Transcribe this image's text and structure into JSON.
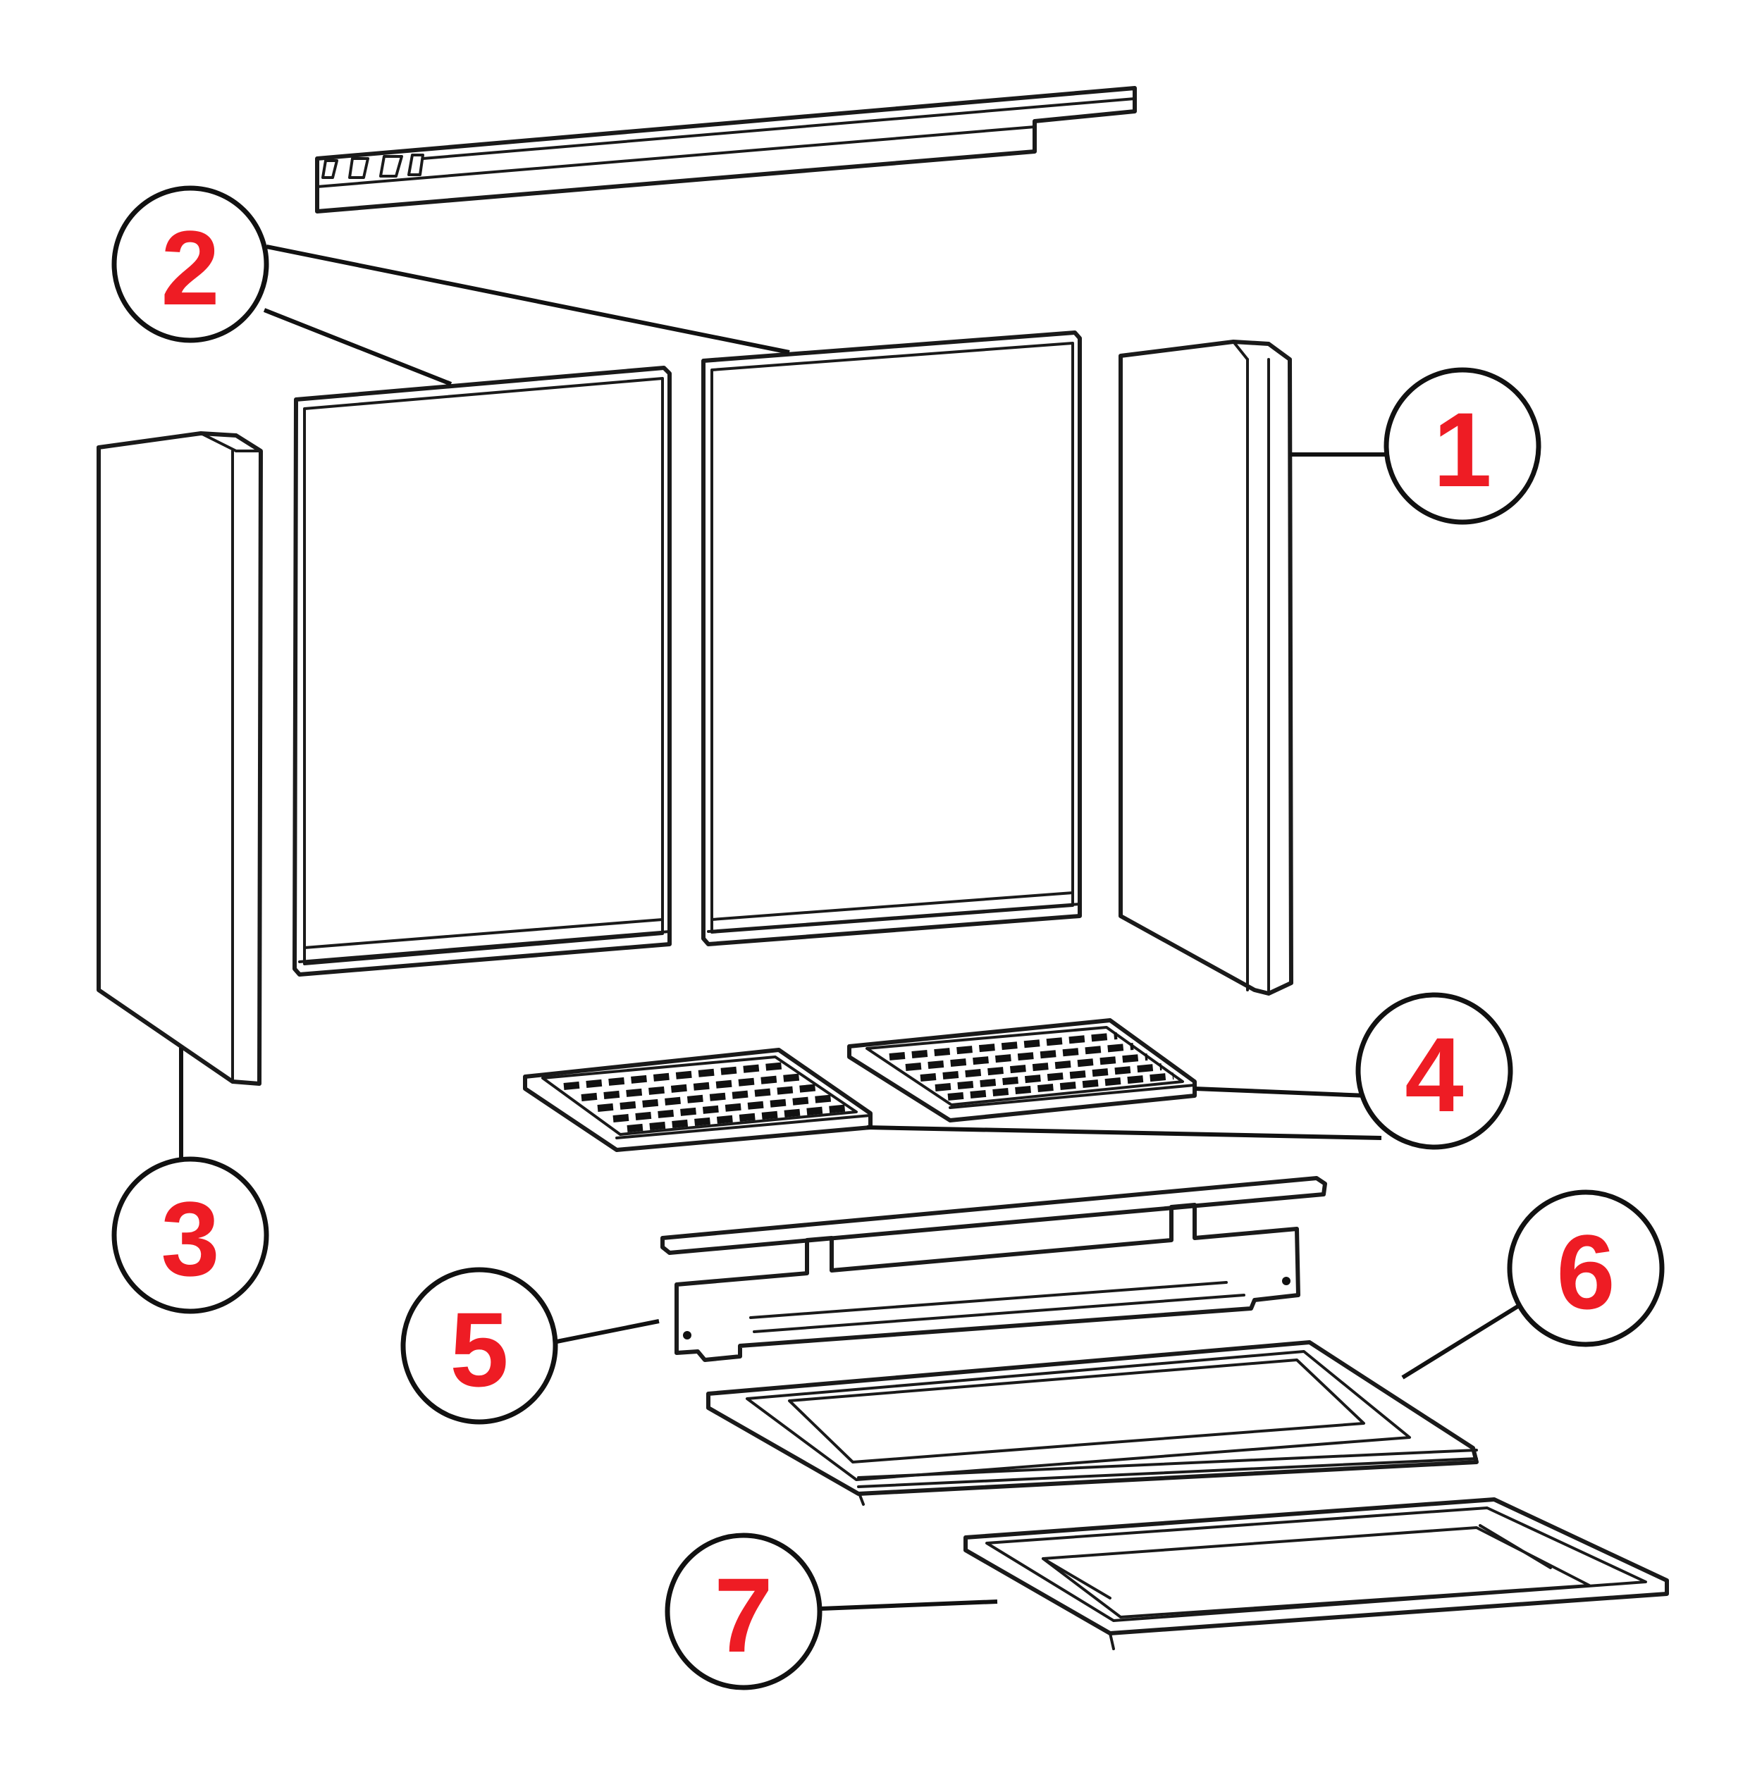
{
  "diagram": {
    "callouts": [
      {
        "id": "1",
        "label": "1"
      },
      {
        "id": "2",
        "label": "2"
      },
      {
        "id": "3",
        "label": "3"
      },
      {
        "id": "4",
        "label": "4"
      },
      {
        "id": "5",
        "label": "5"
      },
      {
        "id": "6",
        "label": "6"
      },
      {
        "id": "7",
        "label": "7"
      }
    ],
    "label_color": "#ee1c24",
    "line_color": "#111111"
  }
}
